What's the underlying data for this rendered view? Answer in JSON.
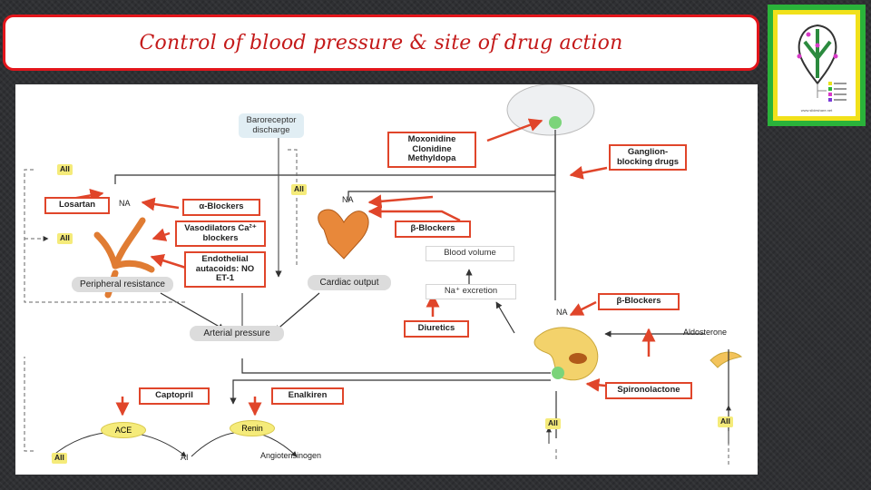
{
  "slide": {
    "title": "Control of blood pressure & site of drug action"
  },
  "thumbnail": {
    "caption": "www.slideshare.net"
  },
  "diagram": {
    "nodes": {
      "baroreceptor": "Baroreceptor discharge",
      "moxonidine": "Moxonidine Clonidine Methyldopa",
      "ganglion": "Ganglion-blocking drugs",
      "losartan": "Losartan",
      "alpha_blockers": "α-Blockers",
      "vasodilators": "Vasodilators Ca²⁺ blockers",
      "endothelial": "Endothelial autacoids: NO ET-1",
      "peripheral": "Peripheral resistance",
      "cardiac": "Cardiac output",
      "beta_blockers_1": "β-Blockers",
      "blood_volume": "Blood volume",
      "na_excretion": "Na⁺ excretion",
      "diuretics": "Diuretics",
      "beta_blockers_2": "β-Blockers",
      "arterial": "Arterial pressure",
      "captopril": "Captopril",
      "enalkiren": "Enalkiren",
      "spironolactone": "Spironolactone",
      "aldosterone": "Aldosterone",
      "ace": "ACE",
      "renin": "Renin",
      "angiotensinogen": "Angiotensinogen"
    },
    "aii_labels": [
      "AII",
      "AII",
      "AII",
      "AII",
      "AII",
      "AII"
    ],
    "ai_label": "AI",
    "na_labels": [
      "NA",
      "NA",
      "NA"
    ],
    "colors": {
      "drug_border": "#e0452a",
      "title_border": "#e3151b",
      "title_text": "#c41a1a",
      "aii_fill": "#f5eb7a"
    }
  }
}
